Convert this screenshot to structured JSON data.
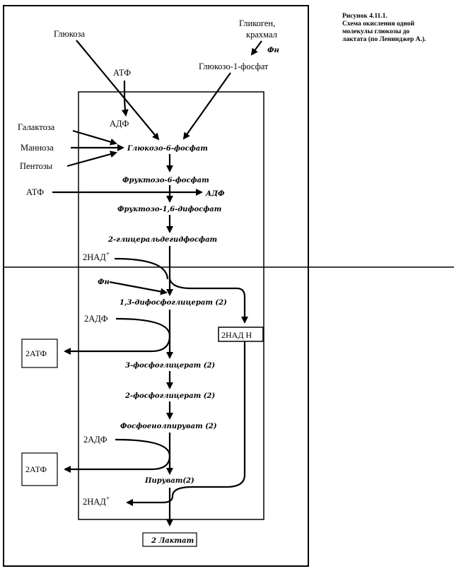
{
  "caption": {
    "figure": "Рисунок 4.11.1.",
    "line1": "Схема окисления одной",
    "line2": "молекулы глюкозы до",
    "line3": "лактата (по Ленинджер А.)."
  },
  "inputs": {
    "glucose": "Глюкоза",
    "glycogen_line1": "Гликоген,",
    "glycogen_line2": "крахмал",
    "phosphate_top": "Фн",
    "glucose_1p": "Глюкозо-1-фосфат",
    "atp_top": "АТФ",
    "adp_top": "АДФ",
    "galactose": "Галактоза",
    "mannose": "Манноза",
    "pentoses": "Пентозы",
    "atp_mid": "АТФ",
    "adp_mid": "АДФ"
  },
  "metabolites": {
    "g6p": "Глюкозо-6-фосфат",
    "f6p": "Фруктозо-6-фосфат",
    "f16bp": "Фруктозо-1,6-дифосфат",
    "gap": "2-глицеральдегидфосфат",
    "bpg": "1,3-дифосфоглицерат (2)",
    "pg3": "3-фосфоглицерат (2)",
    "pg2": "2-фосфоглицерат (2)",
    "pep": "Фосфоенолпируват (2)",
    "pyruvate": "Пируват(2)",
    "lactate": "2 Лактат"
  },
  "cofactors": {
    "nad_plus_in": "2НАД",
    "plus_sign": "+",
    "phosphate_mid": "Фн",
    "adp_1": "2АДФ",
    "atp_1": "2АТФ",
    "nadh": "2НАД Н",
    "adp_2": "2АДФ",
    "atp_2": "2АТФ",
    "nad_plus_out": "2НАД"
  }
}
